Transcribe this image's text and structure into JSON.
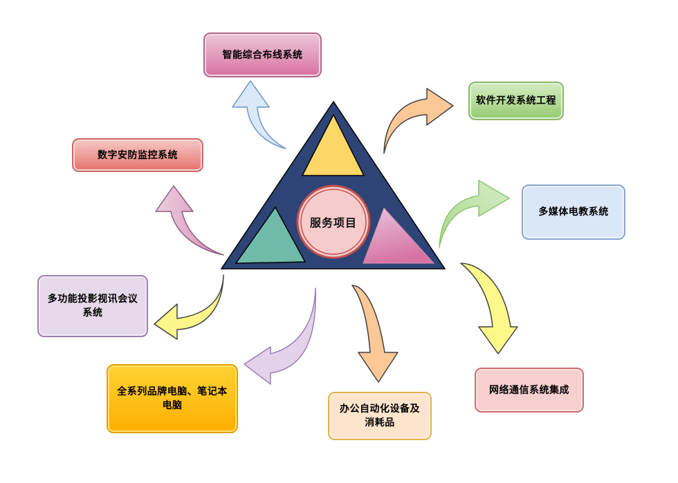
{
  "diagram": {
    "type": "hub-and-spoke service diagram",
    "center": {
      "label": "服务项目",
      "circle_fill": "#f6cbcb",
      "circle_stroke": "#c0504d"
    },
    "pyramid": {
      "fill": "#2e4476",
      "stroke": "#000000",
      "inner_triangles": [
        {
          "name": "top",
          "fill": "#fdd767"
        },
        {
          "name": "bottom-left",
          "fill": "#6fbaa8"
        },
        {
          "name": "bottom-right",
          "fill_top": "#e8c4dc",
          "fill_bottom": "#d773a5"
        }
      ]
    },
    "services": [
      {
        "id": "cabling",
        "label": "智能综合布线系统",
        "arrow_fill": "#dbe8f8",
        "arrow_stroke": "#6f93c5",
        "arrow_direction": "up"
      },
      {
        "id": "software",
        "label": "软件开发系统工程",
        "arrow_fill": "#fcc896",
        "arrow_stroke": "#404040",
        "arrow_direction": "right"
      },
      {
        "id": "security",
        "label": "数字安防监控系统",
        "arrow_fill": "#e3b3cf",
        "arrow_stroke": "#8e5d80",
        "arrow_direction": "up"
      },
      {
        "id": "multimedia",
        "label": "多媒体电教系统",
        "arrow_fill": "#c7e4b5",
        "arrow_stroke": "#8cc46c",
        "arrow_direction": "right"
      },
      {
        "id": "conference",
        "label": "多功能投影视讯会议系统",
        "label_lines": [
          "多功能投影视讯会议",
          "系统"
        ],
        "arrow_fill": "#fcf68c",
        "arrow_stroke": "#404040",
        "arrow_direction": "left"
      },
      {
        "id": "network",
        "label": "网络通信系统集成",
        "arrow_fill": "#fdf88a",
        "arrow_stroke": "#404040",
        "arrow_direction": "down"
      },
      {
        "id": "office",
        "label": "办公自动化设备及消耗品",
        "label_lines": [
          "办公自动化设备及",
          "消耗品"
        ],
        "arrow_fill": "#fcc896",
        "arrow_stroke": "#404040",
        "arrow_direction": "down"
      },
      {
        "id": "computers",
        "label": "全系列品牌电脑、笔记本电脑",
        "label_lines": [
          "全系列品牌电脑、笔记本",
          "电脑"
        ],
        "arrow_fill": "#e2d2ea",
        "arrow_stroke": "#9b7cb5",
        "arrow_direction": "left"
      }
    ]
  }
}
